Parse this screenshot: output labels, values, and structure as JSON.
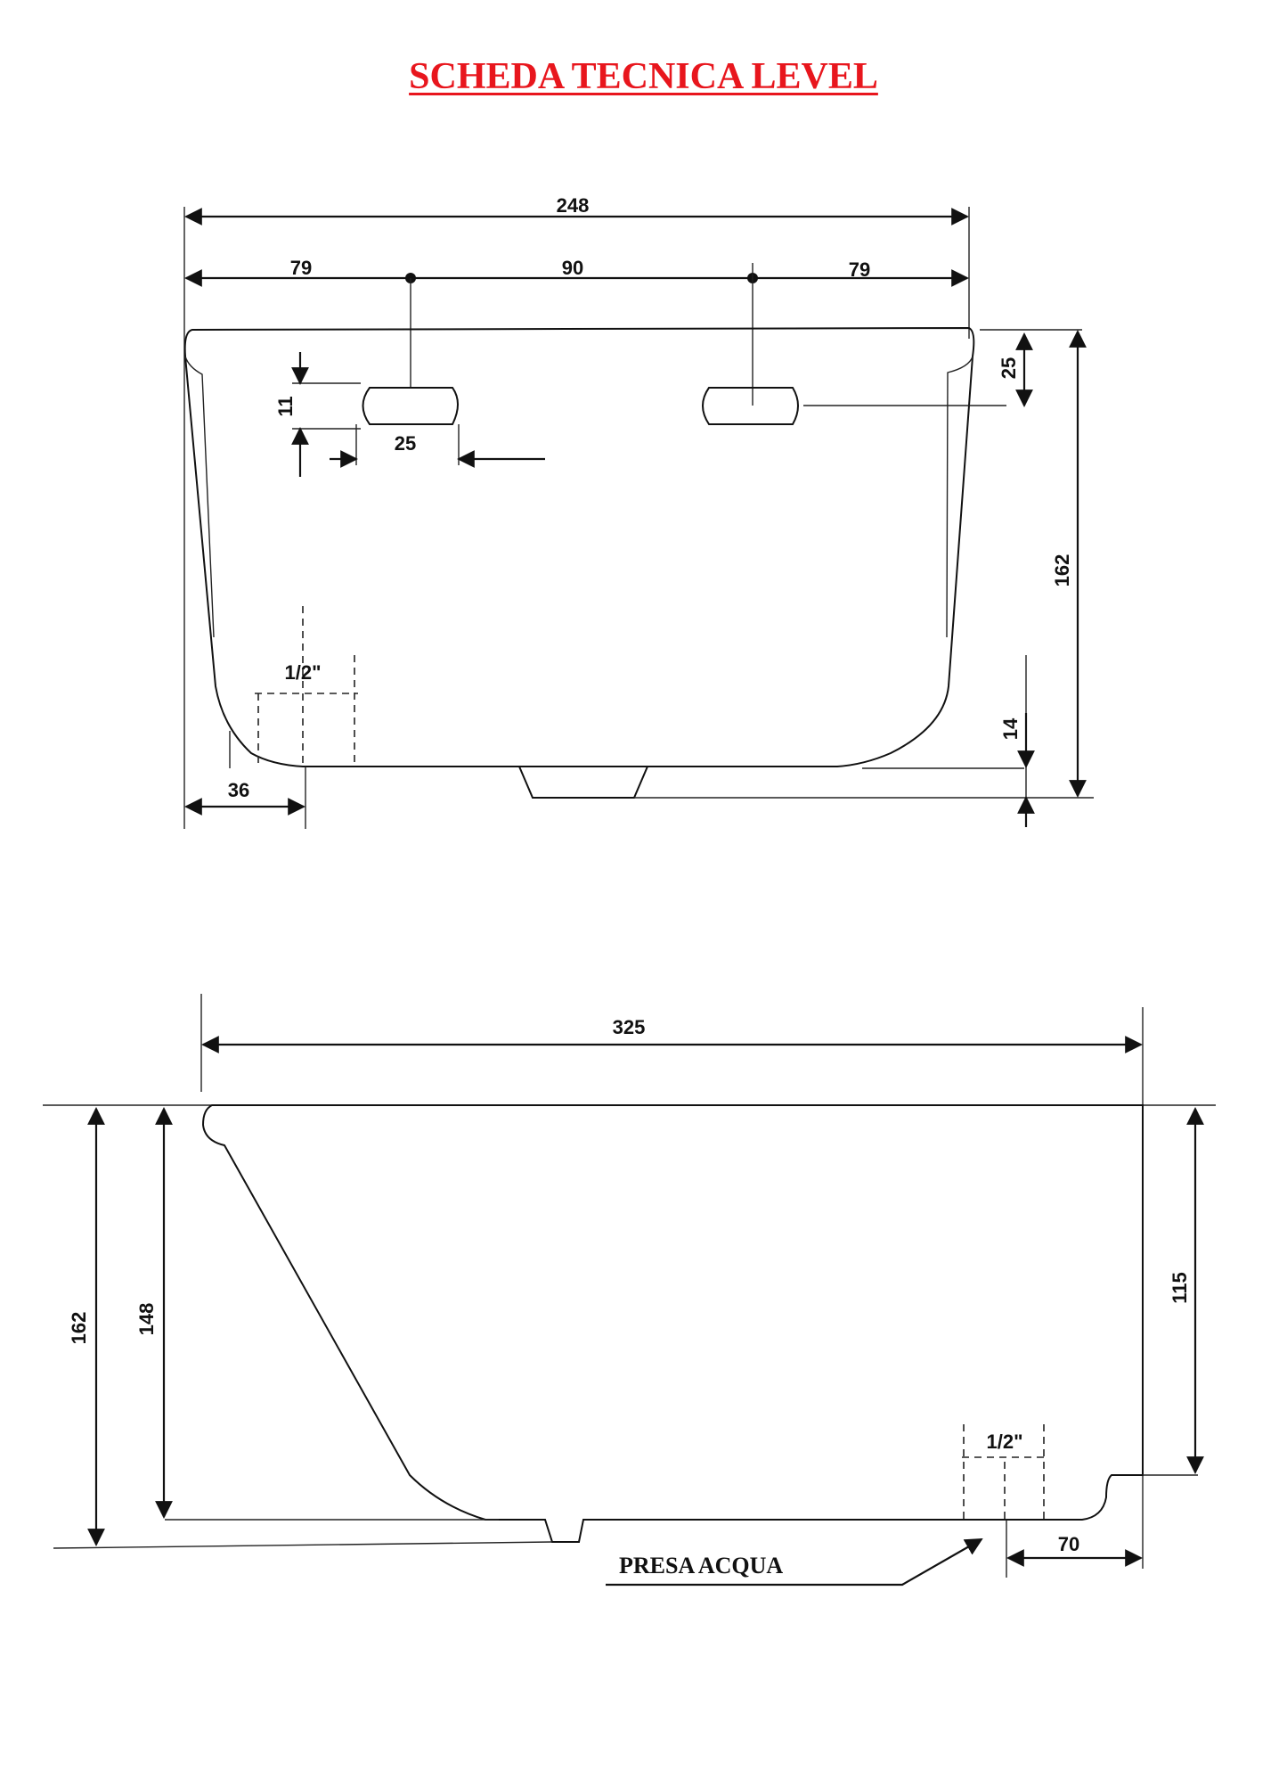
{
  "title": "SCHEDA TECNICA LEVEL",
  "front_view": {
    "total_width": "248",
    "left_offset": "79",
    "center_spacing": "90",
    "right_offset": "79",
    "top_to_handle": "25",
    "handle_height": "11",
    "handle_width": "25",
    "total_height": "162",
    "base_height": "14",
    "drain_offset": "36",
    "drain_size": "1/2\""
  },
  "side_view": {
    "total_length": "325",
    "total_height": "162",
    "inner_height": "148",
    "right_height": "115",
    "pipe_size": "1/2\"",
    "pipe_offset": "70",
    "water_inlet_label": "PRESA ACQUA"
  }
}
